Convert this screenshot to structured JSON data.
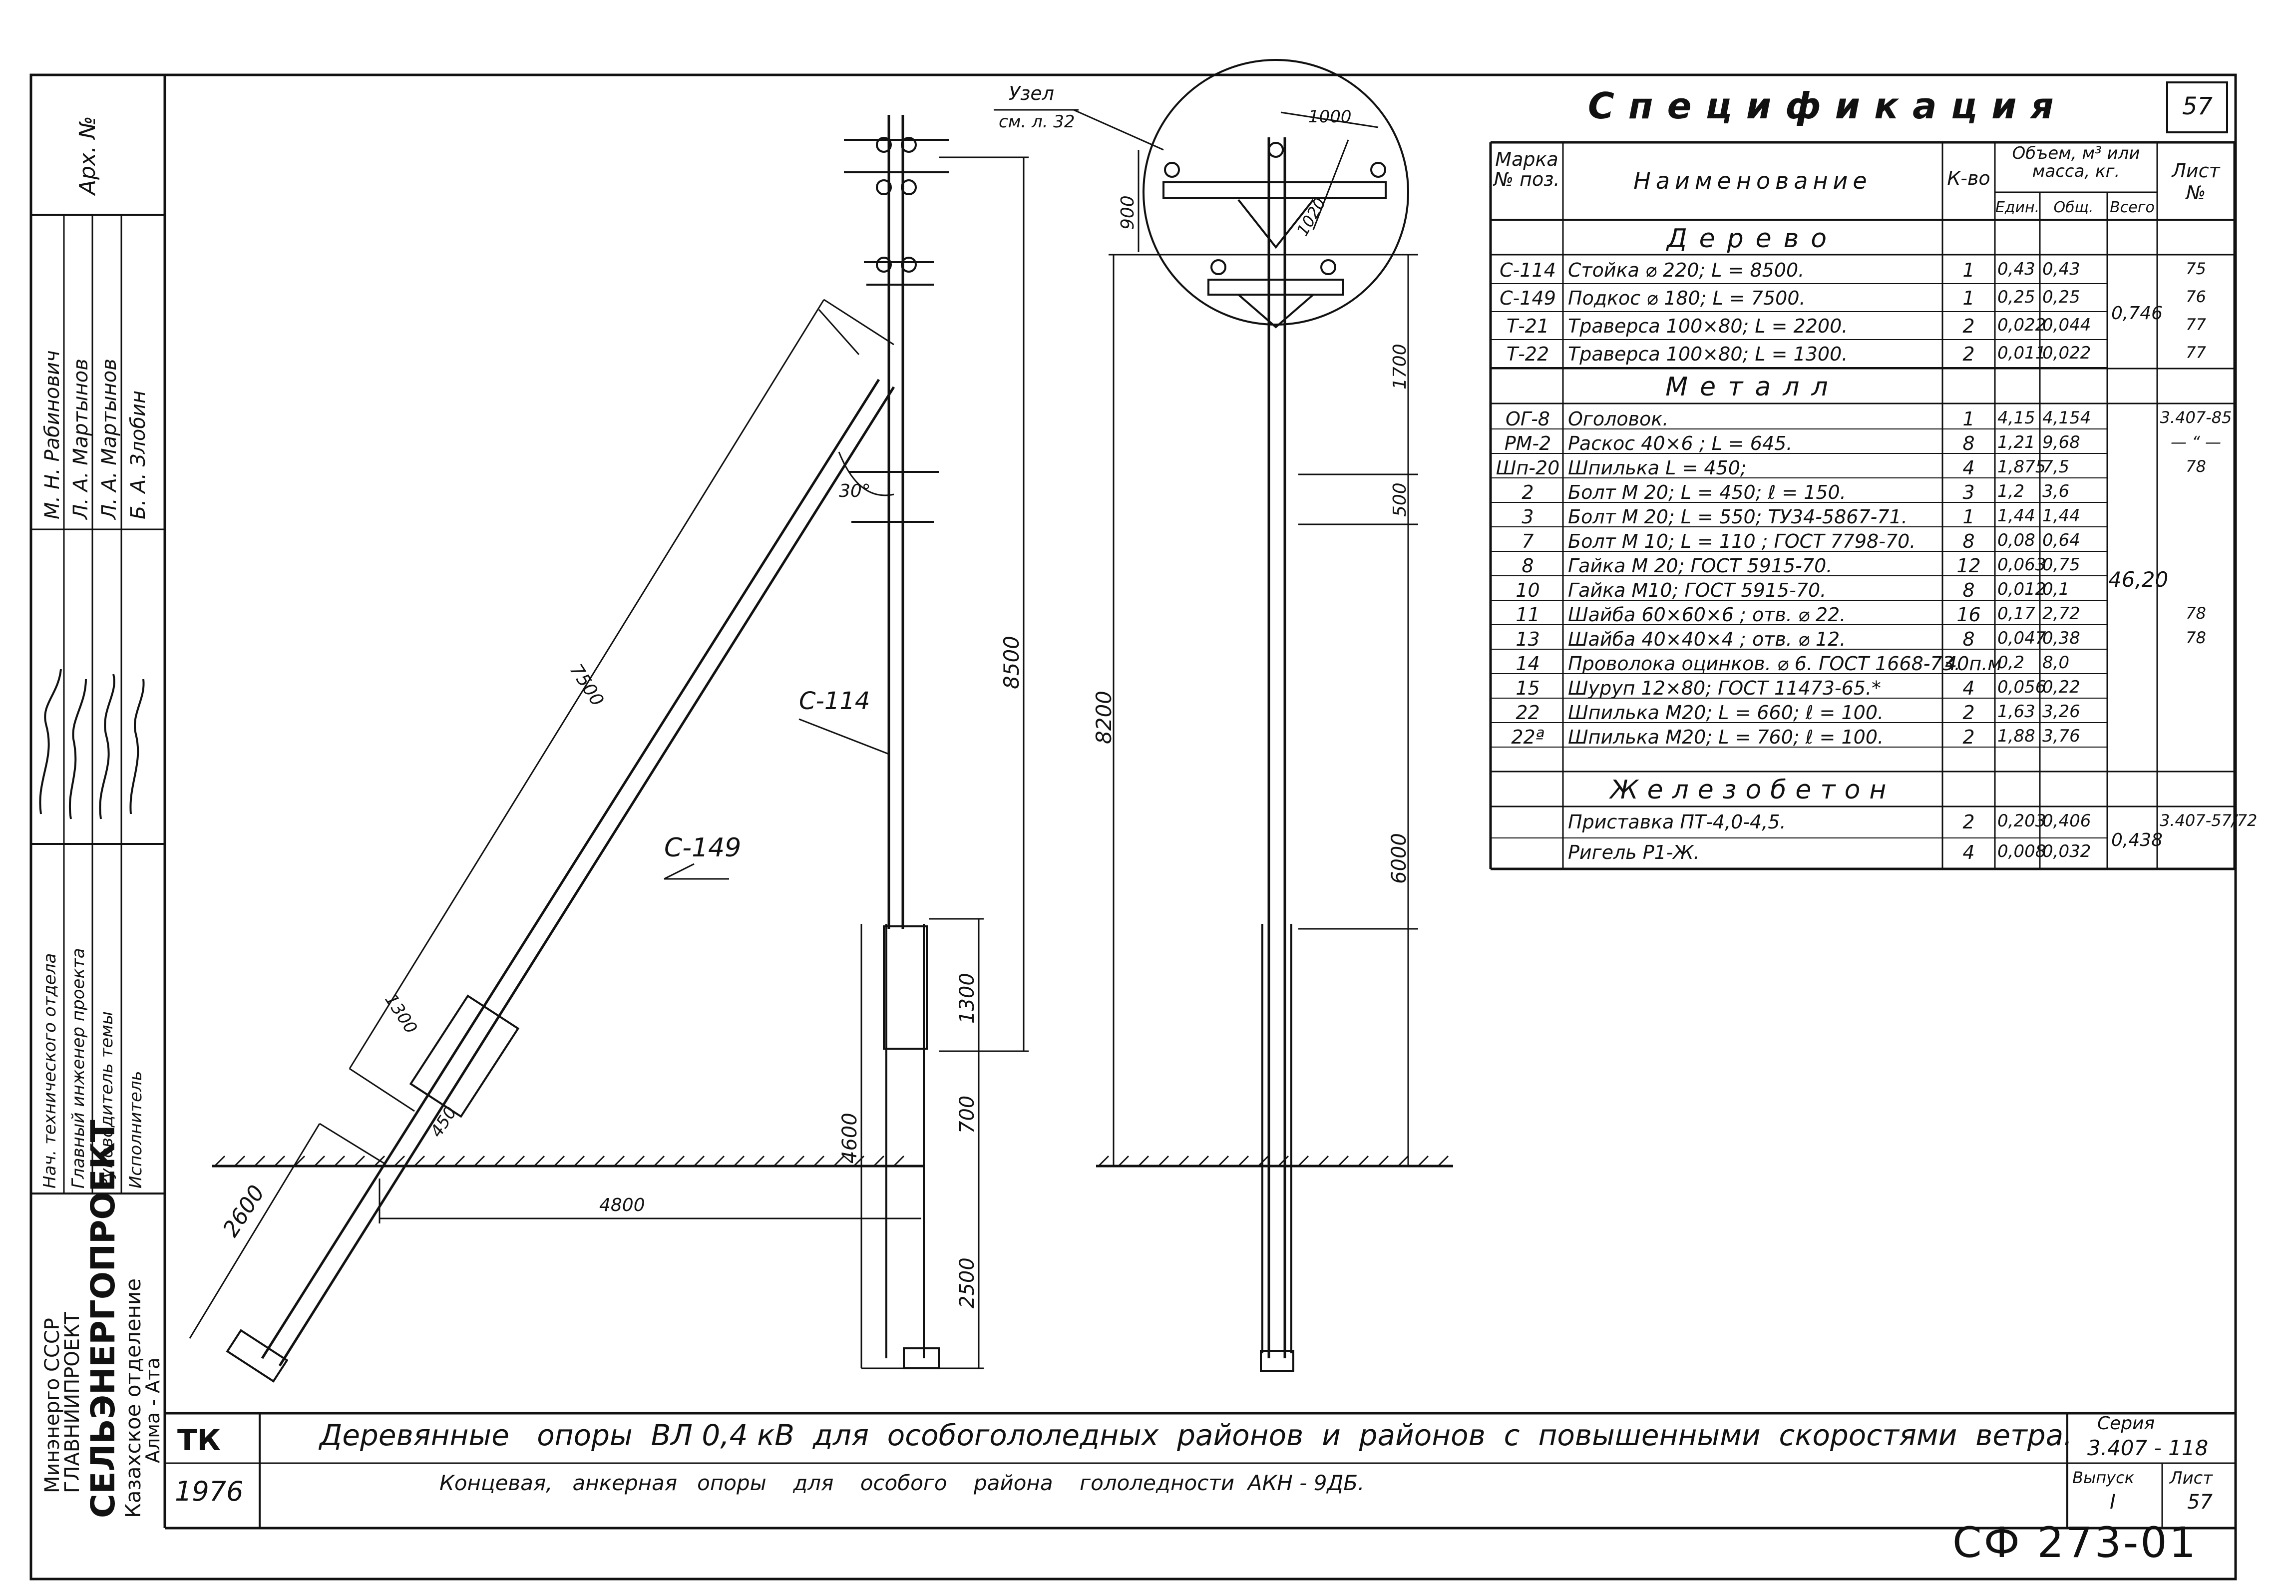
{
  "spec_title": "Спецификация",
  "sheet_corner": "57",
  "table_head": {
    "mark": "Марка\n№ поз.",
    "name": "Наименование",
    "qty": "К-во",
    "volume": "Объем, м³ или масса, кг.",
    "unit": "Един.",
    "total": "Общ.",
    "all": "Всего",
    "sheet": "Лист №"
  },
  "sections": [
    {
      "title": "Дерево",
      "total": "0,746",
      "rows": [
        {
          "mark": "С-114",
          "name": "Стойка  ⌀ 220;   L = 8500.",
          "qty": "1",
          "unit": "0,43",
          "total": "0,43",
          "sheet": "75"
        },
        {
          "mark": "С-149",
          "name": "Подкос  ⌀ 180;   L = 7500.",
          "qty": "1",
          "unit": "0,25",
          "total": "0,25",
          "sheet": "76"
        },
        {
          "mark": "Т-21",
          "name": "Траверса 100×80;  L = 2200.",
          "qty": "2",
          "unit": "0,022",
          "total": "0,044",
          "sheet": "77"
        },
        {
          "mark": "Т-22",
          "name": "Траверса 100×80;  L = 1300.",
          "qty": "2",
          "unit": "0,011",
          "total": "0,022",
          "sheet": "77"
        }
      ]
    },
    {
      "title": "Металл",
      "total": "46,20",
      "rows": [
        {
          "mark": "ОГ-8",
          "name": "Оголовок.",
          "qty": "1",
          "unit": "4,15",
          "total": "4,154",
          "sheet": "3.407-85"
        },
        {
          "mark": "РМ-2",
          "name": "Раскос  40×6 ; L = 645.",
          "qty": "8",
          "unit": "1,21",
          "total": "9,68",
          "sheet": "— “ —"
        },
        {
          "mark": "Шп-20",
          "name": "Шпилька    L = 450;",
          "qty": "4",
          "unit": "1,875",
          "total": "7,5",
          "sheet": "78"
        },
        {
          "mark": "2",
          "name": "Болт  М 20;  L = 450;  ℓ = 150.",
          "qty": "3",
          "unit": "1,2",
          "total": "3,6",
          "sheet": ""
        },
        {
          "mark": "3",
          "name": "Болт  М 20;  L = 550; ТУ34-5867-71.",
          "qty": "1",
          "unit": "1,44",
          "total": "1,44",
          "sheet": ""
        },
        {
          "mark": "7",
          "name": "Болт  М 10;  L = 110 ; ГОСТ 7798-70.",
          "qty": "8",
          "unit": "0,08",
          "total": "0,64",
          "sheet": ""
        },
        {
          "mark": "8",
          "name": "Гайка М 20;  ГОСТ  5915-70.",
          "qty": "12",
          "unit": "0,063",
          "total": "0,75",
          "sheet": ""
        },
        {
          "mark": "10",
          "name": "Гайка М10;  ГОСТ  5915-70.",
          "qty": "8",
          "unit": "0,012",
          "total": "0,1",
          "sheet": ""
        },
        {
          "mark": "11",
          "name": "Шайба  60×60×6 ;  отв. ⌀ 22.",
          "qty": "16",
          "unit": "0,17",
          "total": "2,72",
          "sheet": "78"
        },
        {
          "mark": "13",
          "name": "Шайба  40×40×4 ;  отв. ⌀ 12.",
          "qty": "8",
          "unit": "0,047",
          "total": "0,38",
          "sheet": "78"
        },
        {
          "mark": "14",
          "name": "Проволока  оцинков. ⌀ 6. ГОСТ 1668-73.",
          "qty": "40п.м",
          "unit": "0,2",
          "total": "8,0",
          "sheet": ""
        },
        {
          "mark": "15",
          "name": "Шуруп   12×80;  ГОСТ  11473-65.*",
          "qty": "4",
          "unit": "0,056",
          "total": "0,22",
          "sheet": ""
        },
        {
          "mark": "22",
          "name": "Шпилька  М20;  L = 660;  ℓ = 100.",
          "qty": "2",
          "unit": "1,63",
          "total": "3,26",
          "sheet": ""
        },
        {
          "mark": "22ª",
          "name": "Шпилька  М20;  L = 760;  ℓ = 100.",
          "qty": "2",
          "unit": "1,88",
          "total": "3,76",
          "sheet": ""
        }
      ]
    },
    {
      "title": "Железобетон",
      "total": "0,438",
      "rows": [
        {
          "mark": "",
          "name": "Приставка   ПТ-4,0-4,5.",
          "qty": "2",
          "unit": "0,203",
          "total": "0,406",
          "sheet": "3.407-57/72"
        },
        {
          "mark": "",
          "name": "Ригель   Р1-Ж.",
          "qty": "4",
          "unit": "0,008",
          "total": "0,032",
          "sheet": ""
        }
      ]
    }
  ],
  "drawing": {
    "node_label": "Узел",
    "node_ref": "см. л. 32",
    "c149": "С-149",
    "c114": "С-114",
    "angle": "30°",
    "dims": {
      "d7500": "7500",
      "d1300a": "1300",
      "d450": "450",
      "d2600": "2600",
      "d4800": "4800",
      "d8500": "8500",
      "d1300b": "1300",
      "d700": "700",
      "d4600": "4600",
      "d2500": "2500",
      "d1000": "1000",
      "d1020": "1020",
      "d900": "900",
      "d1700": "1700",
      "d500": "500",
      "d8200": "8200",
      "d6000": "6000"
    }
  },
  "sidebar": {
    "archive": "Арх. №",
    "names": [
      "М. Н. Рабинович",
      "Л. А. Мартынов",
      "Л. А. Мартынов",
      "Б. А. Злобин"
    ],
    "roles": [
      "Нач. технического отдела",
      "Главный инженер проекта",
      "Руководитель темы",
      "Исполнитель"
    ],
    "org_lines": [
      "Минэнерго СССР",
      "ГЛАВНИИПРОЕКТ",
      "СЕЛЬЭНЕРГОПРОЕКТ",
      "Казахское отделение",
      "Алма - Ата"
    ]
  },
  "title_block": {
    "tk": "ТК",
    "year": "1976",
    "title": "Деревянные   опоры  ВЛ 0,4 кВ  для  особогололедных  районов  и  районов  с  повышенными  скоростями  ветра.",
    "subtitle": "Концевая,   анкерная   опоры    для    особого    района    гололедности  АКН - 9ДБ.",
    "series_label": "Серия",
    "series": "3.407 - 118",
    "issue_label": "Выпуск",
    "issue": "I",
    "sheet_label": "Лист",
    "sheet": "57"
  },
  "stamp": "СФ 273-01"
}
